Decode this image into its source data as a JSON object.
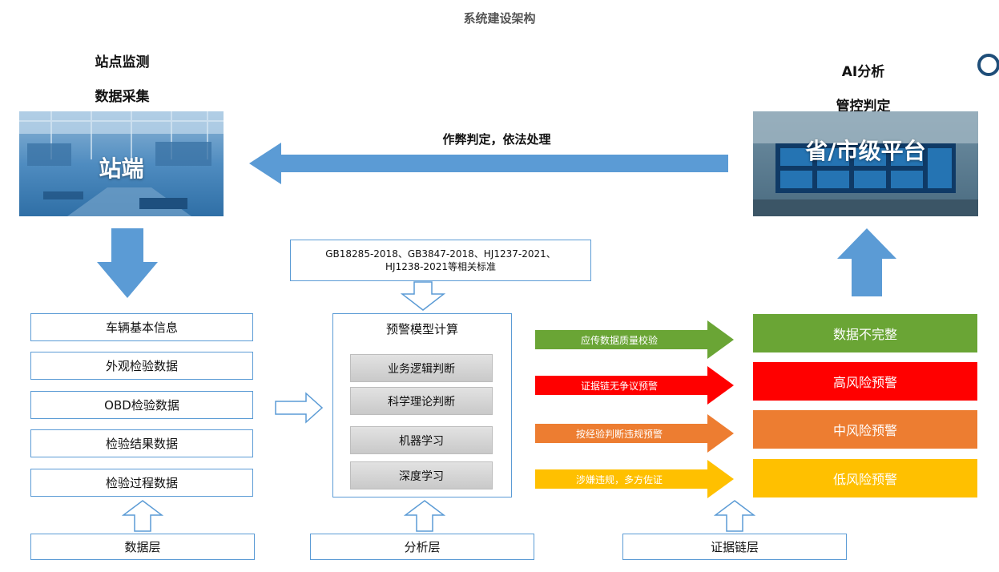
{
  "title": "系统建设架构",
  "left_header": {
    "line1": "站点监测",
    "line2": "数据采集"
  },
  "right_header": {
    "line1": "AI分析",
    "line2": "管控判定"
  },
  "station_photo_label": "站端",
  "platform_photo_label": "省/市级平台",
  "feedback_arrow_label": "作弊判定，依法处理",
  "data_items": [
    "车辆基本信息",
    "外观检验数据",
    "OBD检验数据",
    "检验结果数据",
    "检验过程数据"
  ],
  "standards": {
    "line1": "GB18285-2018、GB3847-2018、HJ1237-2021、",
    "line2": "HJ1238-2021等相关标准"
  },
  "model": {
    "title": "预警模型计算",
    "methods": [
      "业务逻辑判断",
      "科学理论判断",
      "机器学习",
      "深度学习"
    ]
  },
  "warnings": [
    {
      "label": "应传数据质量校验",
      "result": "数据不完整",
      "color": "#6aa535"
    },
    {
      "label": "证据链无争议预警",
      "result": "高风险预警",
      "color": "#ff0000"
    },
    {
      "label": "按经验判断违规预警",
      "result": "中风险预警",
      "color": "#ed7d31"
    },
    {
      "label": "涉嫌违规，多方佐证",
      "result": "低风险预警",
      "color": "#ffc000"
    }
  ],
  "layers": {
    "data": "数据层",
    "analysis": "分析层",
    "evidence": "证据链层"
  },
  "colors": {
    "accent": "#5b9bd5",
    "arrow": "#5b9bd5"
  }
}
